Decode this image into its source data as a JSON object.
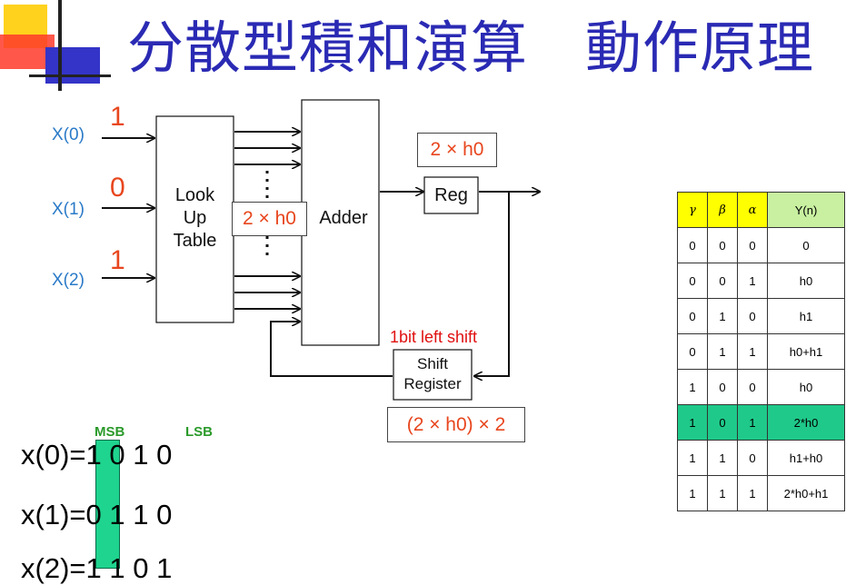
{
  "title": "分散型積和演算　動作原理",
  "inputs": [
    {
      "label": "X(0)",
      "bit": "1"
    },
    {
      "label": "X(1)",
      "bit": "0"
    },
    {
      "label": "X(2)",
      "bit": "1"
    }
  ],
  "blocks": {
    "lut_line1": "Look",
    "lut_line2": "Up",
    "lut_line3": "Table",
    "lut_output": "2 × h0",
    "adder": "Adder",
    "reg": "Reg",
    "reg_value": "2 × h0",
    "shift_label": "1bit left shift",
    "shift_line1": "Shift",
    "shift_line2": "Register",
    "shift_value": "(2 × h0) × 2"
  },
  "bits": {
    "msb": "MSB",
    "lsb": "LSB",
    "rows": [
      {
        "label": "x(0)=",
        "first": "1",
        "rest": " 0 1 0"
      },
      {
        "label": "x(1)=",
        "first": "0",
        "rest": " 1 1 0"
      },
      {
        "label": "x(2)=",
        "first": "1",
        "rest": " 1 0 1"
      }
    ]
  },
  "table": {
    "headers": [
      "γ",
      "β",
      "α",
      "Y(n)"
    ],
    "rows": [
      [
        "0",
        "0",
        "0",
        "0"
      ],
      [
        "0",
        "0",
        "1",
        "h0"
      ],
      [
        "0",
        "1",
        "0",
        "h1"
      ],
      [
        "0",
        "1",
        "1",
        "h0+h1"
      ],
      [
        "1",
        "0",
        "0",
        "h0"
      ],
      [
        "1",
        "0",
        "1",
        "2*h0"
      ],
      [
        "1",
        "1",
        "0",
        "h1+h0"
      ],
      [
        "1",
        "1",
        "1",
        "2*h0+h1"
      ]
    ],
    "highlight_row": 5
  },
  "colors": {
    "title": "#2a2ab4",
    "input_label": "#2a7ac8",
    "bit_value": "#e8461e",
    "header": "#ffff00",
    "yn_header": "#c8f0a0",
    "highlight": "#1fc98a"
  }
}
